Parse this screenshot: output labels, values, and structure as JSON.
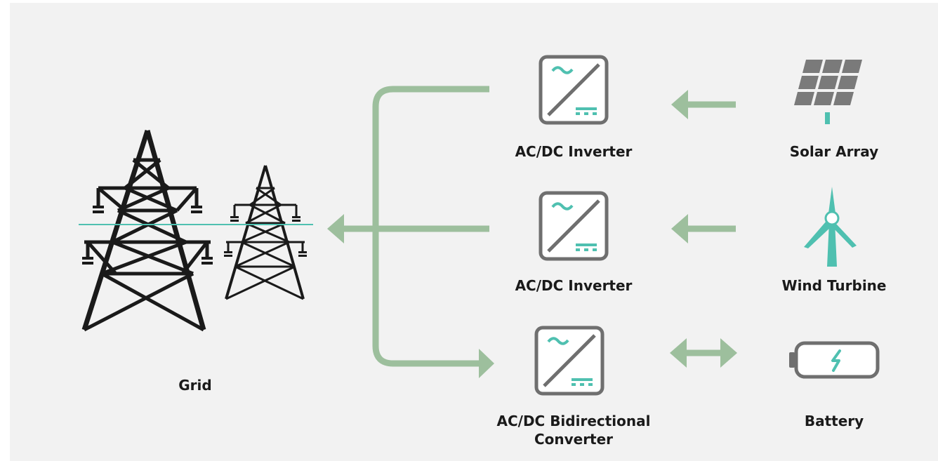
{
  "colors": {
    "background": "#f2f2f2",
    "page": "#ffffff",
    "connector": "#9dbf9d",
    "device_outline": "#6f6f6f",
    "accent_teal": "#4fc0b0",
    "tower": "#1a1a1a",
    "solar_panel": "#7a7a7a"
  },
  "nodes": {
    "grid": {
      "label": "Grid",
      "icon": "transmission-tower-icon"
    },
    "inverter_1": {
      "label": "AC/DC Inverter",
      "icon": "inverter-icon"
    },
    "inverter_2": {
      "label": "AC/DC Inverter",
      "icon": "inverter-icon"
    },
    "converter": {
      "label_line1": "AC/DC Bidirectional",
      "label_line2": "Converter",
      "icon": "inverter-icon"
    },
    "solar": {
      "label": "Solar Array",
      "icon": "solar-panel-icon"
    },
    "wind": {
      "label": "Wind Turbine",
      "icon": "wind-turbine-icon"
    },
    "battery": {
      "label": "Battery",
      "icon": "battery-icon"
    }
  },
  "flows": [
    {
      "from": "Solar Array",
      "to": "AC/DC Inverter",
      "direction": "one-way"
    },
    {
      "from": "Wind Turbine",
      "to": "AC/DC Inverter",
      "direction": "one-way"
    },
    {
      "from": "Battery",
      "to": "AC/DC Bidirectional Converter",
      "direction": "two-way"
    },
    {
      "from": "AC/DC Inverter",
      "to": "Grid",
      "direction": "one-way"
    },
    {
      "from": "AC/DC Inverter",
      "to": "Grid",
      "direction": "one-way"
    },
    {
      "from": "Grid",
      "to": "AC/DC Bidirectional Converter",
      "direction": "one-way"
    }
  ]
}
